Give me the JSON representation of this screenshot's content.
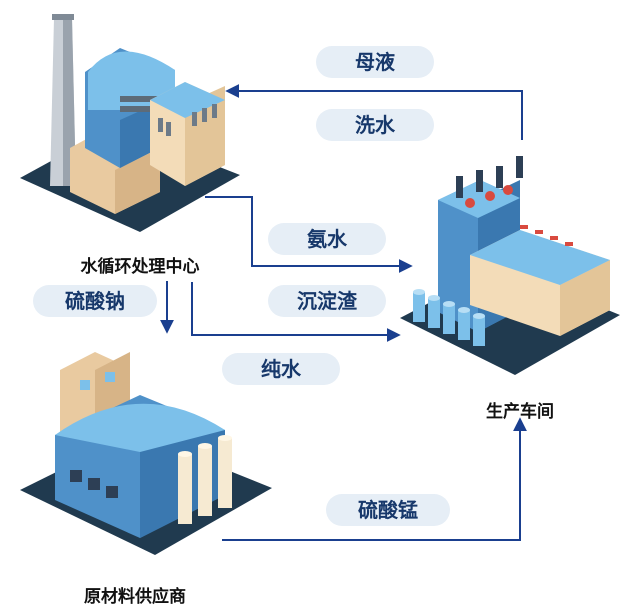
{
  "nodes": {
    "water_center": {
      "label": "水循环处理中心"
    },
    "workshop": {
      "label": "生产车间"
    },
    "supplier": {
      "label": "原材料供应商"
    }
  },
  "flows": {
    "mother_liquor": "母液",
    "wash_water": "洗水",
    "ammonia_water": "氨水",
    "sediment": "沉淀渣",
    "sodium_sulfate": "硫酸钠",
    "pure_water": "纯水",
    "manganese_sulfate": "硫酸锰"
  },
  "colors": {
    "arrow": "#1a3f8f",
    "pill_bg": "#e6eef6",
    "pill_text": "#17386b",
    "base_dark": "#203a4f",
    "blue_light": "#7cc0ea",
    "blue_mid": "#4f91c9",
    "cream": "#f3dcb8",
    "beige": "#e9caa0"
  }
}
